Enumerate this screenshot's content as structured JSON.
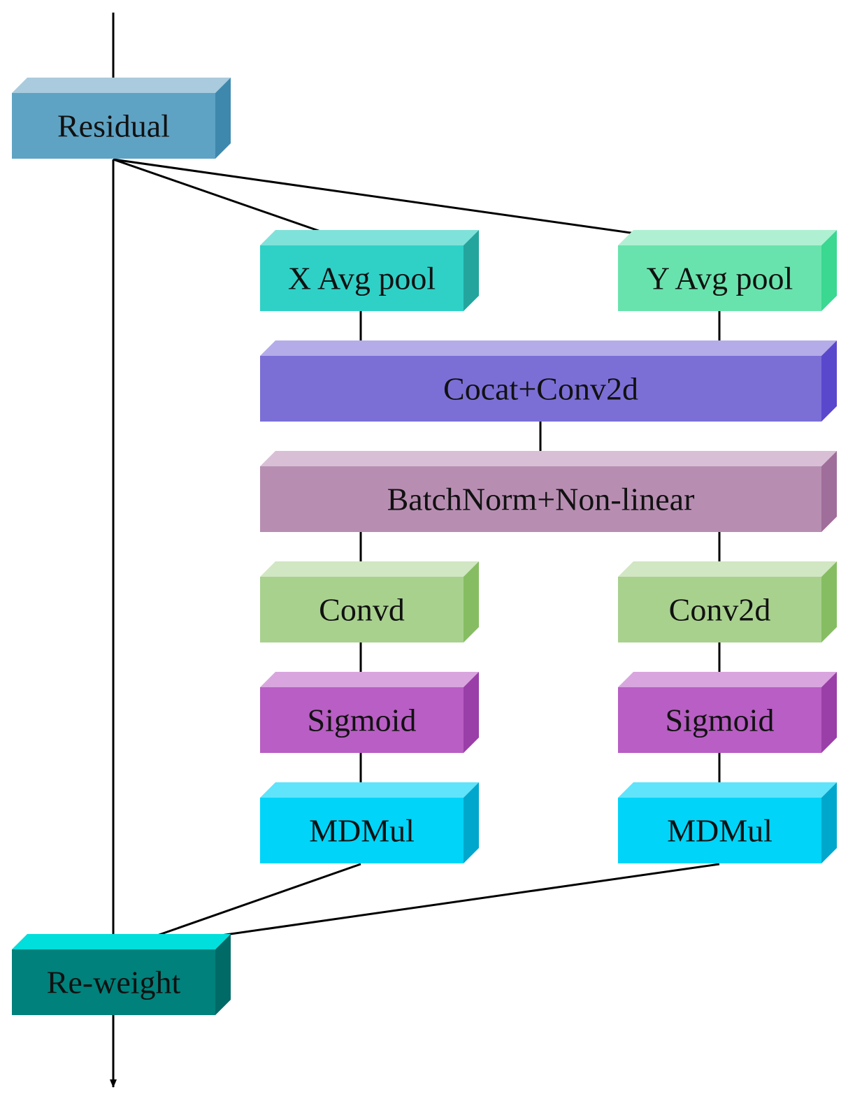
{
  "nodes": {
    "residual": {
      "label": "Residual",
      "colors": {
        "front": "#5fa3c4",
        "top": "#a9cbdd",
        "side": "#3f88ad"
      }
    },
    "x_avg_pool": {
      "label": "X Avg pool",
      "colors": {
        "front": "#2fd1c7",
        "top": "#7fe2da",
        "side": "#23a59d"
      }
    },
    "y_avg_pool": {
      "label": "Y Avg pool",
      "colors": {
        "front": "#69e3ad",
        "top": "#aff0d2",
        "side": "#3ad891"
      }
    },
    "cocat_conv2d": {
      "label": "Cocat+Conv2d",
      "colors": {
        "front": "#7b6fd6",
        "top": "#b4ace8",
        "side": "#5a48cc"
      }
    },
    "batchnorm": {
      "label": "BatchNorm+Non-linear",
      "colors": {
        "front": "#b78eb2",
        "top": "#d8bfd6",
        "side": "#a06e9a"
      }
    },
    "convd": {
      "label": "Convd",
      "colors": {
        "front": "#a8d18e",
        "top": "#d1e6c2",
        "side": "#86bd62"
      }
    },
    "conv2d": {
      "label": "Conv2d",
      "colors": {
        "front": "#a8d18e",
        "top": "#d1e6c2",
        "side": "#86bd62"
      }
    },
    "sigmoid_left": {
      "label": "Sigmoid",
      "colors": {
        "front": "#b85ec4",
        "top": "#d9a5df",
        "side": "#9a3fa8"
      }
    },
    "sigmoid_right": {
      "label": "Sigmoid",
      "colors": {
        "front": "#b85ec4",
        "top": "#d9a5df",
        "side": "#9a3fa8"
      }
    },
    "mdmul_left": {
      "label": "MDMul",
      "colors": {
        "front": "#00d4f8",
        "top": "#5fe4fb",
        "side": "#00a7cc"
      }
    },
    "mdmul_right": {
      "label": "MDMul",
      "colors": {
        "front": "#00d4f8",
        "top": "#5fe4fb",
        "side": "#00a7cc"
      }
    },
    "reweight": {
      "label": "Re-weight",
      "colors": {
        "front": "#00817b",
        "top": "#00dfdc",
        "side": "#006a66"
      }
    }
  },
  "edges": [
    {
      "from": "input",
      "to": "residual"
    },
    {
      "from": "residual",
      "to": "x_avg_pool"
    },
    {
      "from": "residual",
      "to": "y_avg_pool"
    },
    {
      "from": "residual",
      "to": "reweight"
    },
    {
      "from": "x_avg_pool",
      "to": "cocat_conv2d"
    },
    {
      "from": "y_avg_pool",
      "to": "cocat_conv2d"
    },
    {
      "from": "cocat_conv2d",
      "to": "batchnorm"
    },
    {
      "from": "batchnorm",
      "to": "convd"
    },
    {
      "from": "batchnorm",
      "to": "conv2d"
    },
    {
      "from": "convd",
      "to": "sigmoid_left"
    },
    {
      "from": "conv2d",
      "to": "sigmoid_right"
    },
    {
      "from": "sigmoid_left",
      "to": "mdmul_left"
    },
    {
      "from": "sigmoid_right",
      "to": "mdmul_right"
    },
    {
      "from": "mdmul_left",
      "to": "reweight"
    },
    {
      "from": "mdmul_right",
      "to": "reweight"
    },
    {
      "from": "reweight",
      "to": "output"
    }
  ],
  "colors": {
    "arrow": "#000000"
  }
}
